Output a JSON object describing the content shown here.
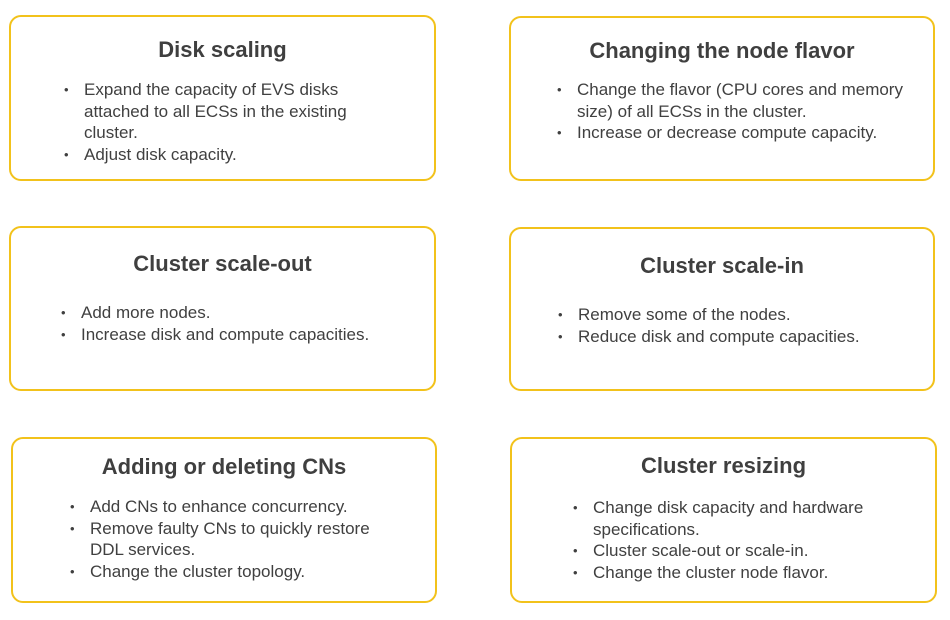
{
  "cards": [
    {
      "title": "Disk scaling",
      "items": [
        "Expand the capacity of EVS disks attached to all ECSs in the existing cluster.",
        "Adjust disk capacity."
      ]
    },
    {
      "title": "Changing the node flavor",
      "items": [
        "Change the flavor (CPU cores and memory size) of all ECSs in the cluster.",
        "Increase or decrease compute capacity."
      ]
    },
    {
      "title": "Cluster scale-out",
      "items": [
        "Add more nodes.",
        "Increase disk and compute capacities."
      ]
    },
    {
      "title": "Cluster scale-in",
      "items": [
        "Remove some of the nodes.",
        "Reduce disk and compute capacities."
      ]
    },
    {
      "title": "Adding or deleting CNs",
      "items": [
        "Add CNs to enhance concurrency.",
        "Remove faulty CNs to quickly restore DDL services.",
        "Change the cluster topology."
      ]
    },
    {
      "title": "Cluster resizing",
      "items": [
        "Change disk capacity and hardware specifications.",
        "Cluster scale-out or scale-in.",
        "Change the cluster node flavor."
      ]
    }
  ],
  "colors": {
    "border": "#f2c21b",
    "title_text": "#3f3f3f",
    "body_text": "#404040"
  }
}
